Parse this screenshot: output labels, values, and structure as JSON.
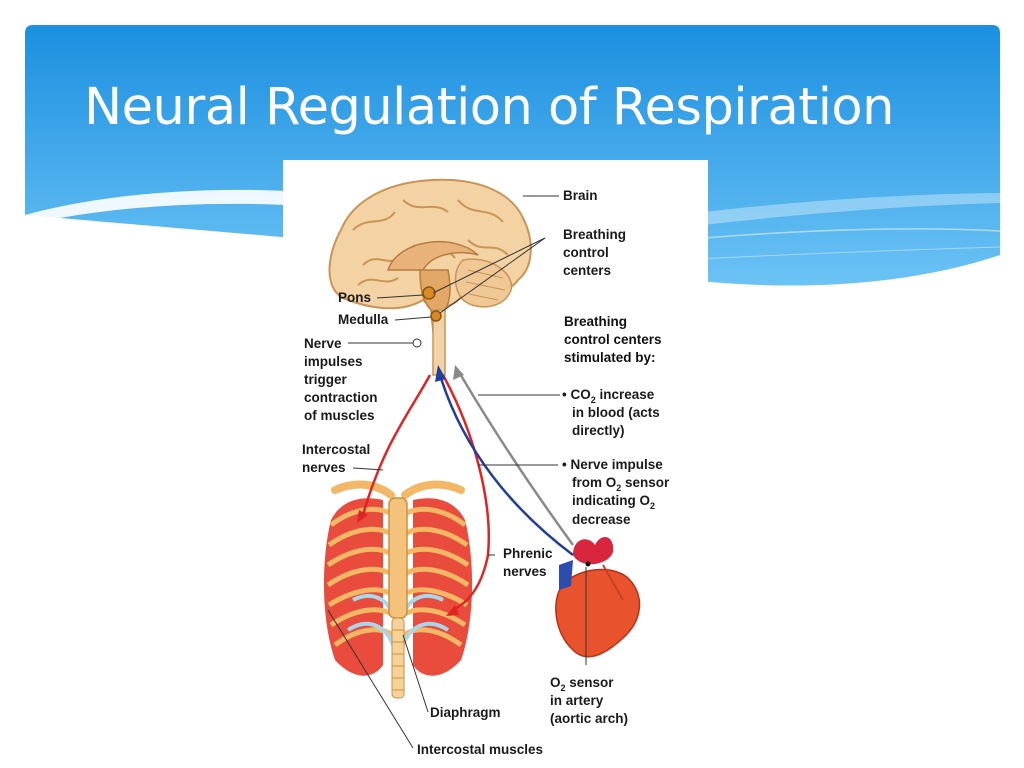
{
  "slide": {
    "title": "Neural Regulation of Respiration",
    "colors": {
      "banner_top": "#1b8fe0",
      "banner_bottom": "#6cc3f5",
      "nerve_red": "#e02424",
      "nerve_blue": "#1f3d9c",
      "arrow_gray": "#8a8a8a"
    }
  },
  "diagram": {
    "labels": {
      "brain": "Brain",
      "breathing_control_centers": [
        "Breathing",
        "control",
        "centers"
      ],
      "pons": "Pons",
      "medulla": "Medulla",
      "nerve_impulses": [
        "Nerve",
        "impulses",
        "trigger",
        "contraction",
        "of muscles"
      ],
      "intercostal_nerves": [
        "Intercostal",
        "nerves"
      ],
      "phrenic_nerves": [
        "Phrenic",
        "nerves"
      ],
      "diaphragm": "Diaphragm",
      "intercostal_muscles": "Intercostal muscles",
      "stimulated_header": [
        "Breathing",
        "control centers",
        "stimulated by:"
      ],
      "co2": {
        "bullet": "•",
        "pre": "CO",
        "sub": "2",
        "post": " increase",
        "line2": "in blood (acts",
        "line3": "directly)"
      },
      "nerve_impulse_o2": {
        "bullet": "•",
        "line1": "Nerve impulse",
        "l2pre": "from O",
        "l2sub": "2",
        "l2post": " sensor",
        "l3pre": "indicating O",
        "l3sub": "2",
        "line4": "decrease"
      },
      "o2_sensor": {
        "pre": "O",
        "sub": "2",
        "post": " sensor",
        "line2": "in artery",
        "line3": "(aortic arch)"
      }
    }
  }
}
